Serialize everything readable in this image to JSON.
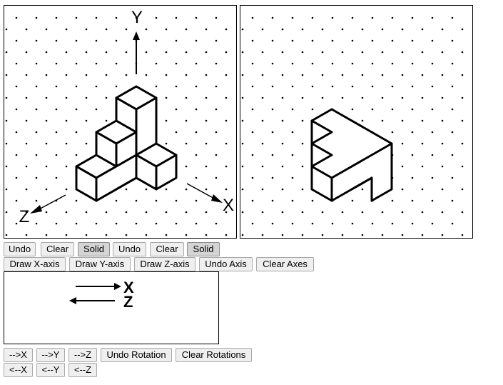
{
  "left_canvas": {
    "axis_labels": {
      "x": "X",
      "y": "Y",
      "z": "Z"
    }
  },
  "left_controls": {
    "undo": "Undo",
    "clear": "Clear",
    "solid": "Solid"
  },
  "right_controls": {
    "undo": "Undo",
    "clear": "Clear",
    "solid": "Solid"
  },
  "axis_controls": {
    "draw_x": "Draw X-axis",
    "draw_y": "Draw Y-axis",
    "draw_z": "Draw Z-axis",
    "undo_axis": "Undo Axis",
    "clear_axes": "Clear Axes"
  },
  "rotation_display": {
    "entries": [
      {
        "direction": "right",
        "axis": "X"
      },
      {
        "direction": "left",
        "axis": "Z"
      }
    ]
  },
  "rotation_controls": {
    "pos_x": "-->X",
    "pos_y": "-->Y",
    "pos_z": "-->Z",
    "undo_rotation": "Undo Rotation",
    "clear_rotations": "Clear Rotations",
    "neg_x": "<--X",
    "neg_y": "<--Y",
    "neg_z": "<--Z"
  }
}
